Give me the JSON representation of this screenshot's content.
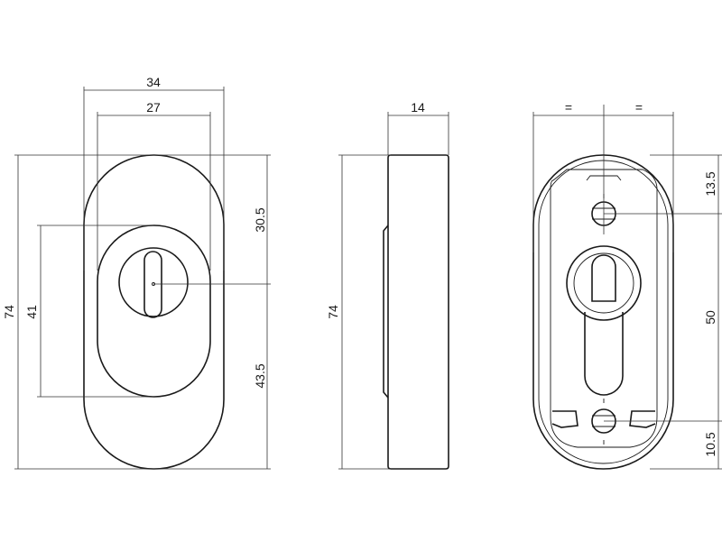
{
  "front_view": {
    "width_outer": "34",
    "width_inner": "27",
    "height_total": "74",
    "height_rose": "41",
    "upper_offset": "30.5",
    "lower_offset": "43.5"
  },
  "side_view": {
    "depth": "14",
    "height_total": "74"
  },
  "back_view": {
    "equal_left": "=",
    "equal_right": "=",
    "top_offset": "13.5",
    "hole_spacing": "50",
    "bottom_offset": "10.5"
  },
  "colors": {
    "line": "#1a1a1a",
    "background": "#ffffff"
  }
}
